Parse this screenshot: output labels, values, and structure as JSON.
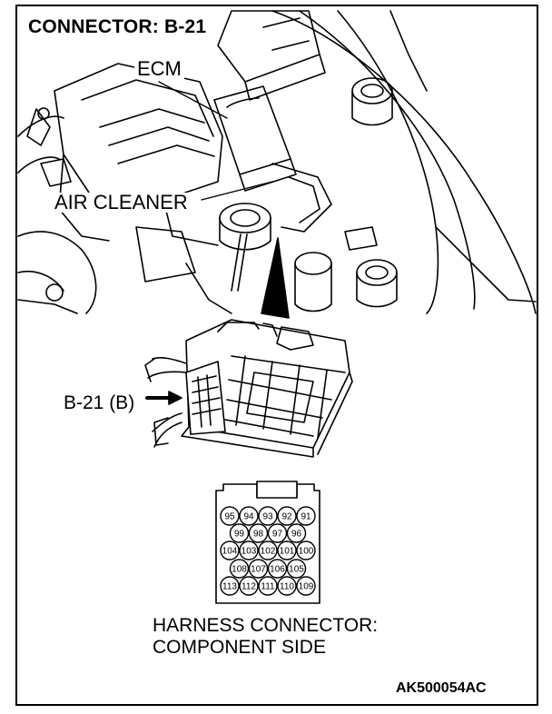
{
  "title": "CONNECTOR: B-21",
  "labels": {
    "ecm": "ECM",
    "air_cleaner": "AIR CLEANER",
    "connector_ref": "B-21 (B)"
  },
  "caption": {
    "line1": "HARNESS CONNECTOR:",
    "line2": "COMPONENT SIDE"
  },
  "figure_code": "AK500054AC",
  "connector_pins": {
    "row1": [
      "95",
      "94",
      "93",
      "92",
      "91"
    ],
    "row2": [
      "99",
      "98",
      "97",
      "96"
    ],
    "row3": [
      "104",
      "103",
      "102",
      "101",
      "100"
    ],
    "row4": [
      "108",
      "107",
      "106",
      "105"
    ],
    "row5": [
      "113",
      "112",
      "111",
      "110",
      "109"
    ]
  }
}
